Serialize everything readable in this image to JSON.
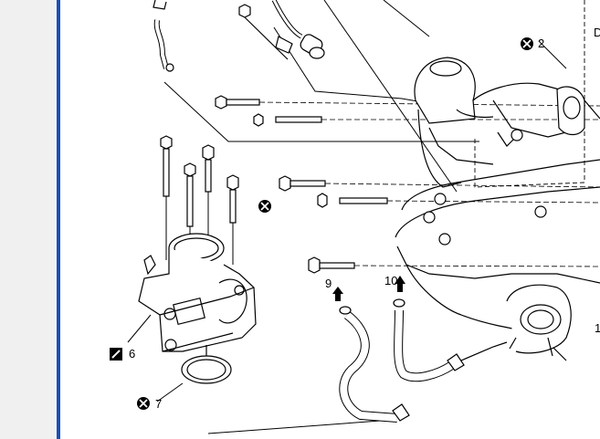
{
  "colors": {
    "frame_bar": "#1a4fb8",
    "gutter": "#f0f0f0",
    "line": "#000000"
  },
  "callouts": {
    "c2": "2",
    "c6": "6",
    "c7": "7",
    "c9": "9",
    "c10": "10",
    "c1_partial": "1",
    "d_partial": "D"
  },
  "icons": [
    "discard-symbol-icon",
    "sealant-symbol-icon",
    "arrow-up-icon"
  ]
}
